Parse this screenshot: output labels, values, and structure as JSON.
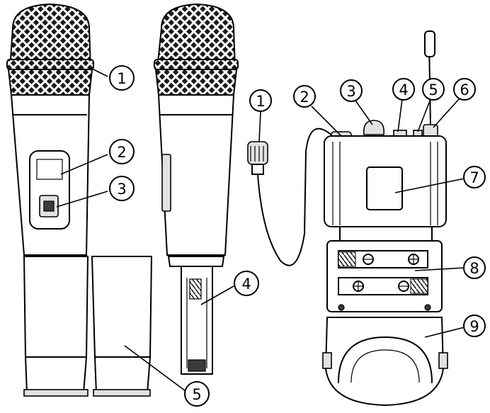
{
  "handheld_callouts": [
    "1",
    "2",
    "3",
    "4",
    "5"
  ],
  "bodypack_callouts": [
    "1",
    "2",
    "3",
    "4",
    "5",
    "6",
    "7",
    "8",
    "9"
  ]
}
